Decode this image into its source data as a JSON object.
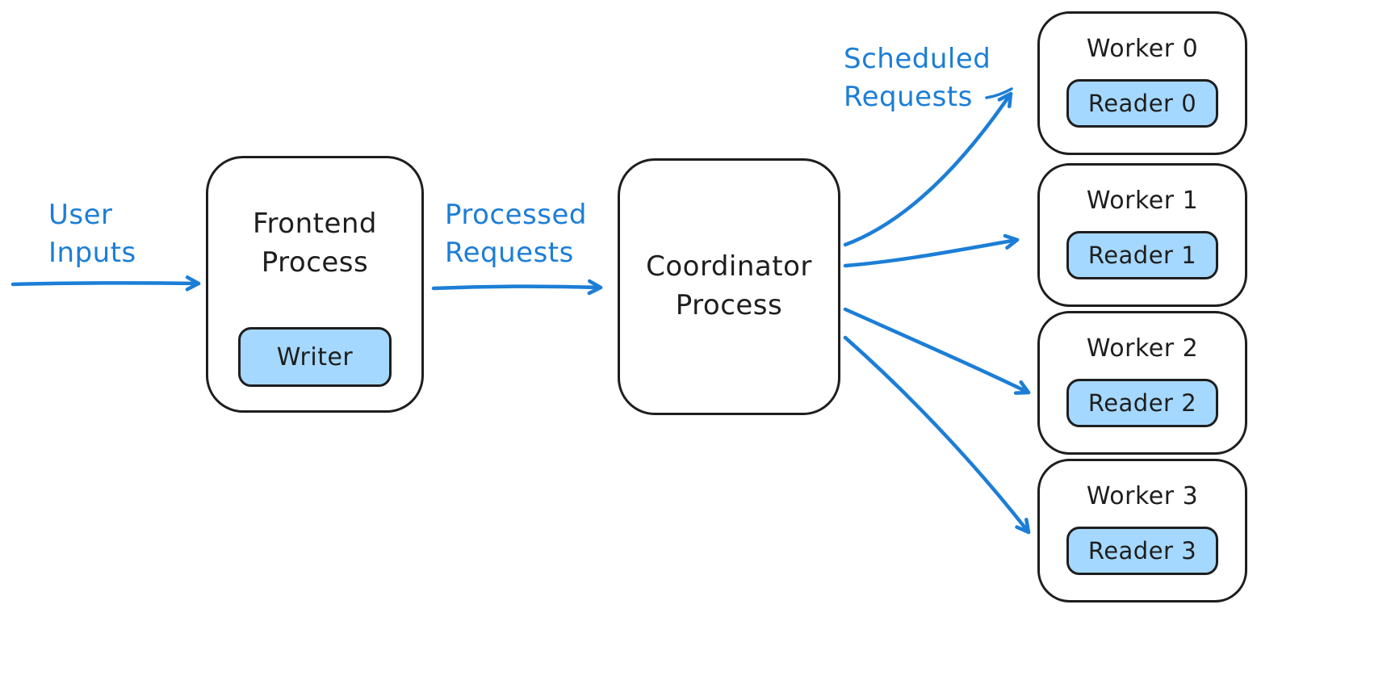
{
  "colors": {
    "accent_blue": "#1c7ed6",
    "stroke_black": "#1e1e1e",
    "fill_light_blue": "#a5d8ff",
    "background": "#ffffff"
  },
  "labels": {
    "user_inputs": "User\nInputs",
    "processed_requests": "Processed\nRequests",
    "scheduled_requests": "Scheduled\nRequests"
  },
  "nodes": {
    "frontend": {
      "title": "Frontend\nProcess",
      "inner": "Writer"
    },
    "coordinator": {
      "title": "Coordinator\nProcess"
    },
    "workers": [
      {
        "title": "Worker 0",
        "inner": "Reader 0"
      },
      {
        "title": "Worker 1",
        "inner": "Reader 1"
      },
      {
        "title": "Worker 2",
        "inner": "Reader 2"
      },
      {
        "title": "Worker 3",
        "inner": "Reader 3"
      }
    ]
  }
}
